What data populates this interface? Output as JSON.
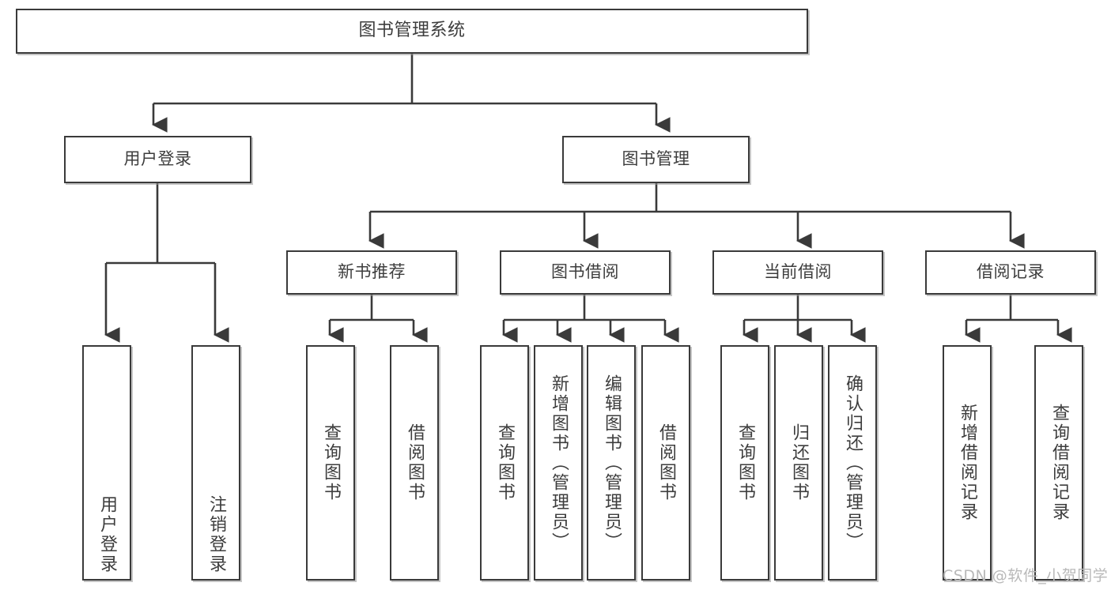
{
  "diagram": {
    "title": "图书管理系统",
    "type": "tree-hierarchy-diagram",
    "stroke_color": "#3a3a3a",
    "text_color": "#3d3d3d",
    "background_color": "#ffffff",
    "watermark": "CSDN @软件_小贺同学"
  },
  "root": {
    "label": "图书管理系统"
  },
  "level1": [
    {
      "label": "用户登录"
    },
    {
      "label": "图书管理"
    }
  ],
  "level2": [
    {
      "label": "新书推荐"
    },
    {
      "label": "图书借阅"
    },
    {
      "label": "当前借阅"
    },
    {
      "label": "借阅记录"
    }
  ],
  "leaves": {
    "user_login": [
      {
        "label": "用户登录"
      },
      {
        "label": "注销登录"
      }
    ],
    "new_book_recommend": [
      {
        "label": "查询图书"
      },
      {
        "label": "借阅图书"
      }
    ],
    "book_borrow": [
      {
        "label": "查询图书"
      },
      {
        "label": "新增图书（管理员）"
      },
      {
        "label": "编辑图书（管理员）"
      },
      {
        "label": "借阅图书"
      }
    ],
    "current_borrow": [
      {
        "label": "查询图书"
      },
      {
        "label": "归还图书"
      },
      {
        "label": "确认归还（管理员）"
      }
    ],
    "borrow_record": [
      {
        "label": "新增借阅记录"
      },
      {
        "label": "查询借阅记录"
      }
    ]
  }
}
